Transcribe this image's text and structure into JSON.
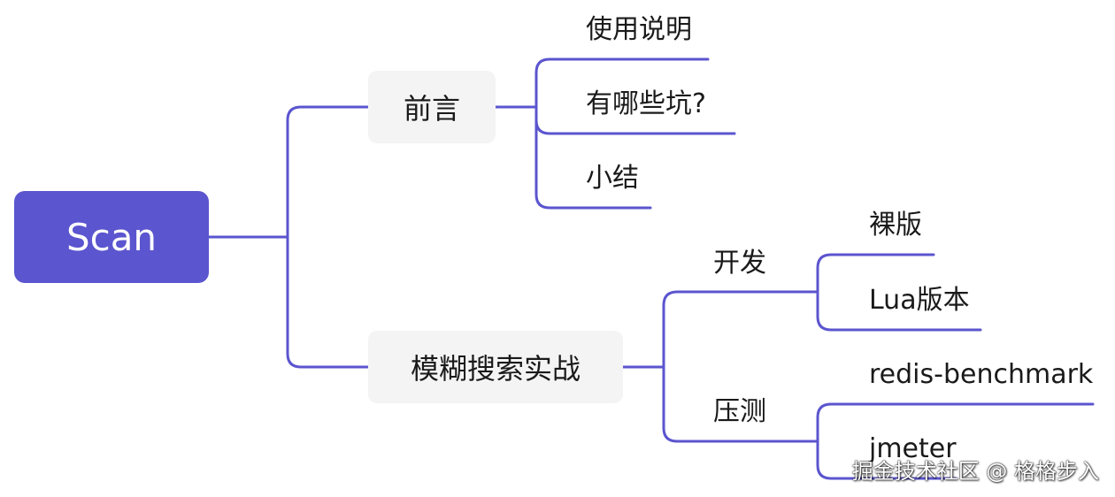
{
  "colors": {
    "accent": "#5b55cf",
    "branch_bg": "#f4f4f4",
    "text": "#1a1a1a"
  },
  "root": {
    "label": "Scan"
  },
  "branches": [
    {
      "label": "前言",
      "children": [
        "使用说明",
        "有哪些坑?",
        "小结"
      ]
    },
    {
      "label": "模糊搜索实战",
      "children": [
        {
          "label": "开发",
          "children": [
            "裸版",
            "Lua版本"
          ]
        },
        {
          "label": "压测",
          "children": [
            "redis-benchmark",
            "jmeter"
          ]
        }
      ]
    }
  ],
  "watermark": "掘金技术社区 @ 格格步入"
}
